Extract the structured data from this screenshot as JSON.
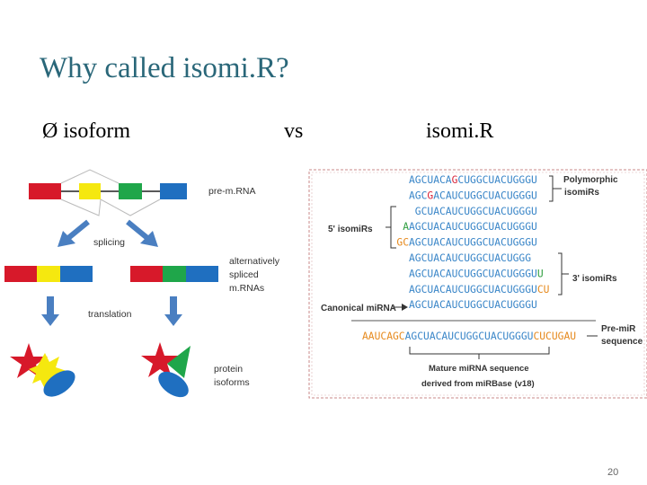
{
  "slide": {
    "title": "Why called isomi.R?",
    "bullet_symbol": "Ø",
    "left_heading": "isoform",
    "vs_label": "vs",
    "right_heading": "isomi.R",
    "page_number": "20"
  },
  "isoform_diagram": {
    "premrna_label": "pre-m.RNA",
    "splicing_label": "splicing",
    "spliced_label_lines": [
      "alternatively",
      "spliced",
      "m.RNAs"
    ],
    "translation_label": "translation",
    "protein_label_lines": [
      "protein",
      "isoforms"
    ],
    "colors": {
      "red": "#d7192a",
      "yellow": "#f5e80f",
      "green": "#1fa64a",
      "blue": "#1f6fc0",
      "arrow": "#4a7fc1"
    }
  },
  "isomir_diagram": {
    "sequences": [
      [
        {
          "t": "AGCUACA",
          "c": "blue"
        },
        {
          "t": "G",
          "c": "red"
        },
        {
          "t": "CUGGCUACUGGGU",
          "c": "blue"
        }
      ],
      [
        {
          "t": "AGC",
          "c": "blue"
        },
        {
          "t": "G",
          "c": "red"
        },
        {
          "t": "ACAUCUGGCUACUGGGU",
          "c": "blue"
        }
      ],
      [
        {
          "t": "GCUACAUCUGGCUACUGGGU",
          "c": "blue"
        }
      ],
      [
        {
          "t": "A",
          "c": "green"
        },
        {
          "t": "AGCUACAUCUGGCUACUGGGU",
          "c": "blue"
        }
      ],
      [
        {
          "t": "GC",
          "c": "orange"
        },
        {
          "t": "AGCUACAUCUGGCUACUGGGU",
          "c": "blue"
        }
      ],
      [
        {
          "t": "AGCUACAUCUGGCUACUGGG",
          "c": "blue"
        }
      ],
      [
        {
          "t": "AGCUACAUCUGGCUACUGGGU",
          "c": "blue"
        },
        {
          "t": "U",
          "c": "green"
        }
      ],
      [
        {
          "t": "AGCUACAUCUGGCUACUGGGU",
          "c": "blue"
        },
        {
          "t": "CU",
          "c": "orange"
        }
      ],
      [
        {
          "t": "AGCUACAUCUGGCUACUGGGU",
          "c": "blue"
        }
      ]
    ],
    "premir_sequence": [
      {
        "t": "AAUCAGC",
        "c": "orange"
      },
      {
        "t": "AGCUACAUCUGGCUACUGGGU",
        "c": "blue"
      },
      {
        "t": "CUCUGAU",
        "c": "orange"
      }
    ],
    "labels": {
      "polymorphic_lines": [
        "Polymorphic",
        "isomiRs"
      ],
      "five_prime": "5' isomiRs",
      "three_prime": "3' isomiRs",
      "canonical": "Canonical miRNA",
      "premir_lines": [
        "Pre-miR",
        "sequence"
      ],
      "mature_lines": [
        "Mature miRNA sequence",
        "derived from miRBase (v18)"
      ]
    },
    "colors": {
      "blue": "#3a86c8",
      "red": "#d8253a",
      "green": "#2f9e3f",
      "orange": "#e68a1e",
      "label": "#333333",
      "frame": "#c98a8a"
    }
  }
}
